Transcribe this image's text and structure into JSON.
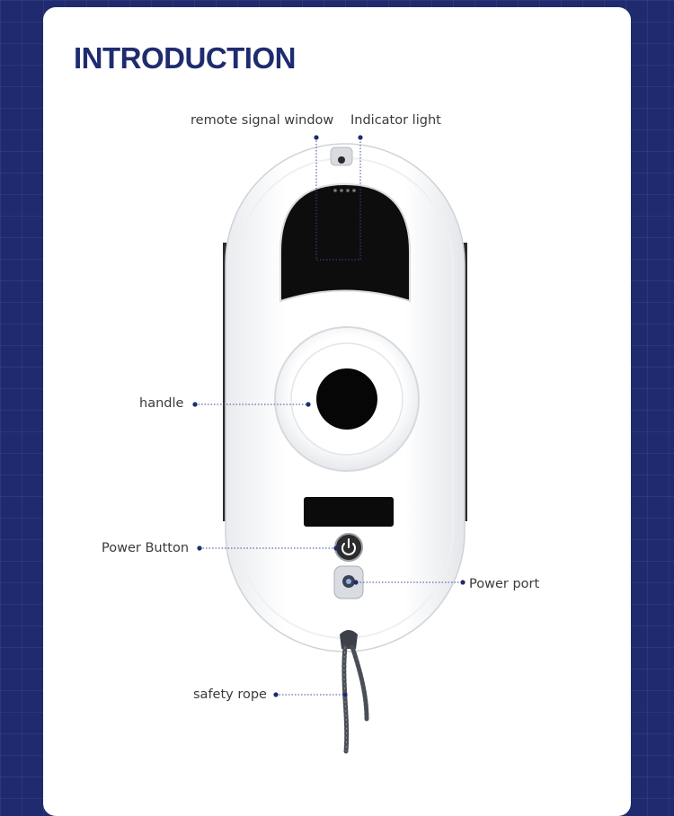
{
  "page": {
    "title": "INTRODUCTION",
    "colors": {
      "background": "#1f2b6e",
      "card": "#ffffff",
      "title": "#1e2c6f",
      "callout_dot": "#1e2c6f",
      "callout_line": "#3b4a8c"
    }
  },
  "labels": {
    "remote_signal_window": "remote signal window",
    "indicator_light": "Indicator light",
    "handle": "handle",
    "power_button": "Power Button",
    "power_port": "Power port",
    "safety_rope": "safety rope"
  },
  "icons": {
    "power_button": "power-icon"
  }
}
